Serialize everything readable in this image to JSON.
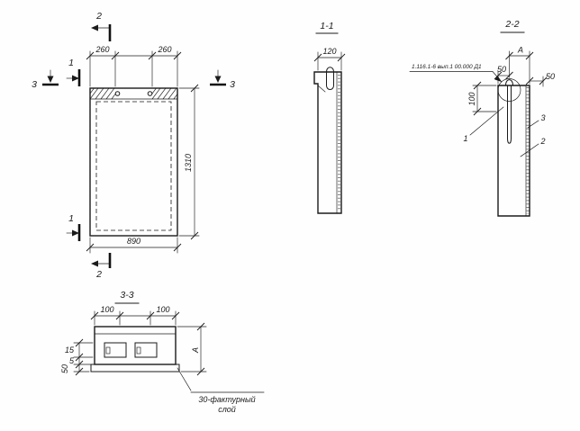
{
  "drawing": {
    "front_view": {
      "cut2_top": "2",
      "cut2_bottom": "2",
      "cut1_top": "1",
      "cut1_bottom": "1",
      "cut3_left": "3",
      "cut3_right": "3",
      "dim_260_left": "260",
      "dim_260_right": "260",
      "dim_width": "890",
      "dim_height": "1310"
    },
    "section_1_1": {
      "title": "1-1",
      "dim_thickness": "120"
    },
    "section_2_2": {
      "title": "2-2",
      "ref_note": "1.116.1-6 вып.1 00.000 Д1",
      "dim_50_left": "50",
      "dim_50_right": "50",
      "dim_100": "100",
      "dim_a": "А",
      "callout_1": "1",
      "callout_2": "2",
      "callout_3": "3"
    },
    "section_3_3": {
      "title": "3-3",
      "dim_100_left": "100",
      "dim_100_right": "100",
      "dim_a": "А",
      "dim_15": "15",
      "dim_5": "5",
      "dim_50": "50",
      "note_line1": "30-фактурный",
      "note_line2": "слой"
    }
  }
}
